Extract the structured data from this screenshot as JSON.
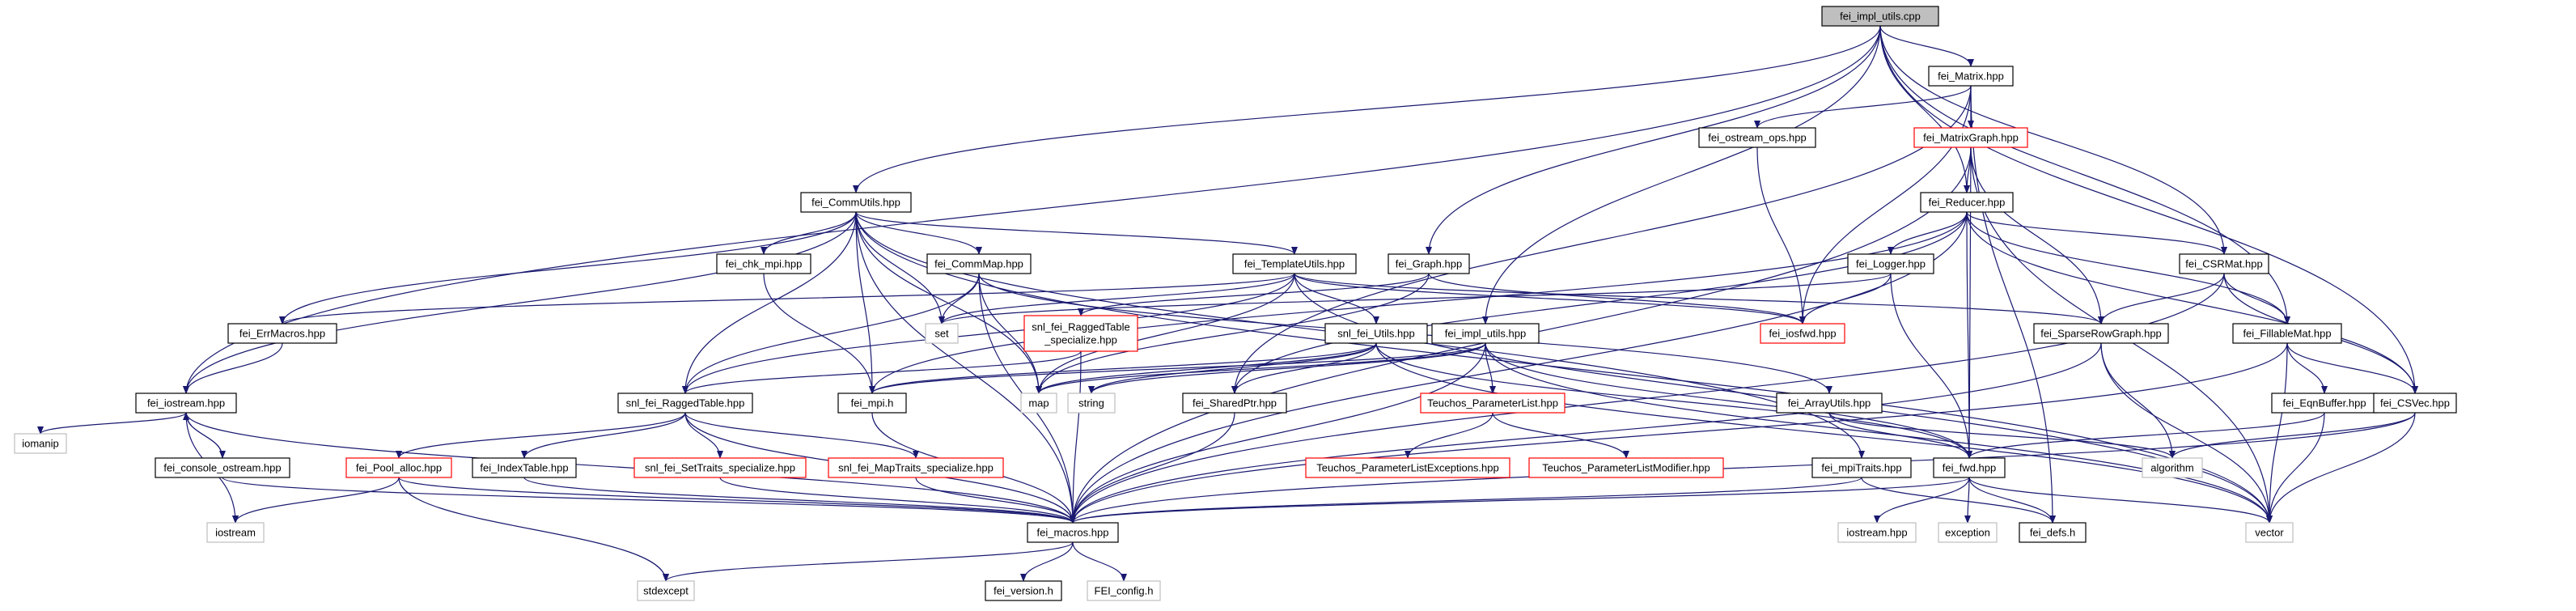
{
  "colors": {
    "edge": "#191970",
    "box_normal": "#000000",
    "box_root": "#000000",
    "root_fill": "#bfbfbf",
    "box_red": "#ff0000",
    "box_gray": "#bfbfbf",
    "fill": "#ffffff"
  },
  "nodes": {
    "fei_impl_utils_cpp": "fei_impl_utils.cpp",
    "fei_Matrix_hpp": "fei_Matrix.hpp",
    "fei_ostream_ops_hpp": "fei_ostream_ops.hpp",
    "fei_MatrixGraph_hpp": "fei_MatrixGraph.hpp",
    "fei_CommUtils_hpp": "fei_CommUtils.hpp",
    "fei_Reducer_hpp": "fei_Reducer.hpp",
    "fei_chk_mpi_hpp": "fei_chk_mpi.hpp",
    "fei_CommMap_hpp": "fei_CommMap.hpp",
    "fei_TemplateUtils_hpp": "fei_TemplateUtils.hpp",
    "fei_Graph_hpp": "fei_Graph.hpp",
    "fei_Logger_hpp": "fei_Logger.hpp",
    "fei_CSRMat_hpp": "fei_CSRMat.hpp",
    "fei_ErrMacros_hpp": "fei_ErrMacros.hpp",
    "set": "set",
    "snl_fei_RaggedTable_specialize_hpp": [
      "snl_fei_RaggedTable",
      "_specialize.hpp"
    ],
    "snl_fei_Utils_hpp": "snl_fei_Utils.hpp",
    "fei_impl_utils_hpp": "fei_impl_utils.hpp",
    "fei_iosfwd_hpp": "fei_iosfwd.hpp",
    "fei_SparseRowGraph_hpp": "fei_SparseRowGraph.hpp",
    "fei_FillableMat_hpp": "fei_FillableMat.hpp",
    "fei_iostream_hpp": "fei_iostream.hpp",
    "snl_fei_RaggedTable_hpp": "snl_fei_RaggedTable.hpp",
    "fei_mpi_h": "fei_mpi.h",
    "map": "map",
    "string": "string",
    "fei_SharedPtr_hpp": "fei_SharedPtr.hpp",
    "Teuchos_ParameterList_hpp": "Teuchos_ParameterList.hpp",
    "fei_ArrayUtils_hpp": "fei_ArrayUtils.hpp",
    "fei_EqnBuffer_hpp": "fei_EqnBuffer.hpp",
    "fei_CSVec_hpp": "fei_CSVec.hpp",
    "iomanip": "iomanip",
    "fei_console_ostream_hpp": "fei_console_ostream.hpp",
    "fei_Pool_alloc_hpp": "fei_Pool_alloc.hpp",
    "fei_IndexTable_hpp": "fei_IndexTable.hpp",
    "snl_fei_SetTraits_specialize_hpp": "snl_fei_SetTraits_specialize.hpp",
    "snl_fei_MapTraits_specialize_hpp": "snl_fei_MapTraits_specialize.hpp",
    "Teuchos_ParameterListExceptions_hpp": "Teuchos_ParameterListExceptions.hpp",
    "Teuchos_ParameterListModifier_hpp": "Teuchos_ParameterListModifier.hpp",
    "fei_mpiTraits_hpp": "fei_mpiTraits.hpp",
    "fei_fwd_hpp": "fei_fwd.hpp",
    "algorithm": "algorithm",
    "iostream": "iostream",
    "fei_macros_hpp": "fei_macros.hpp",
    "iostream_hpp": "iostream.hpp",
    "exception": "exception",
    "fei_defs_h": "fei_defs.h",
    "vector": "vector",
    "stdexcept": "stdexcept",
    "fei_version_h": "fei_version.h",
    "FEI_config_h": "FEI_config.h"
  }
}
